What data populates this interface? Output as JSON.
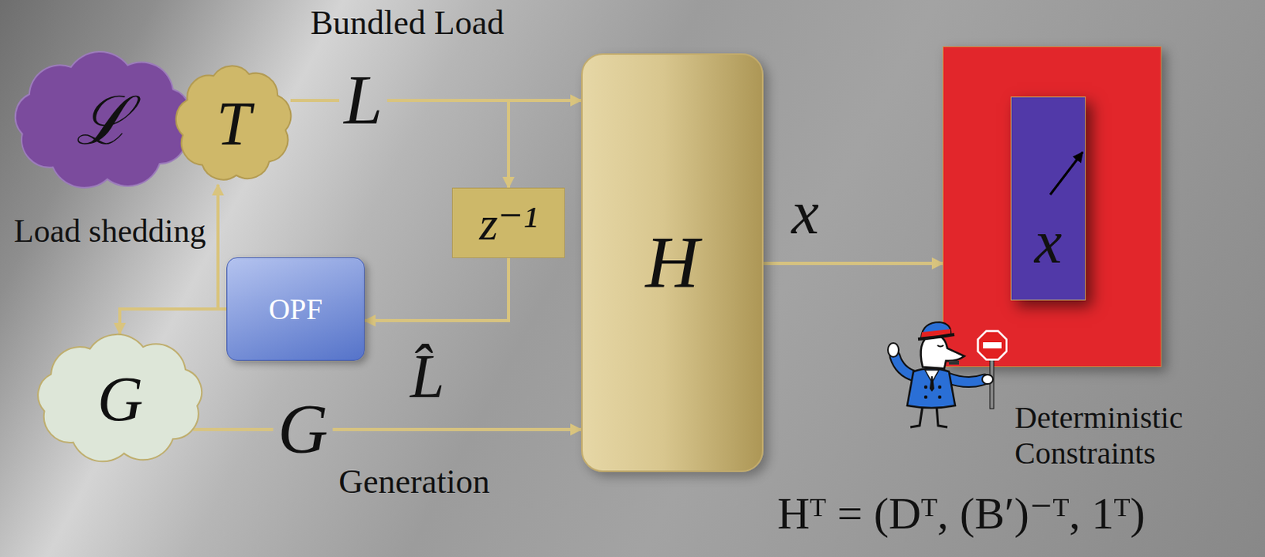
{
  "diagram": {
    "nodes": [
      {
        "text": [
          "ℒ"
        ]
      },
      {
        "text": [
          "T"
        ]
      },
      {
        "text": [
          "z⁻¹"
        ]
      },
      {
        "text": [
          "H"
        ]
      },
      {
        "text": [
          "OPF"
        ]
      },
      {
        "text": [
          "G"
        ]
      },
      {
        "text": [
          "Deterministic Constraints"
        ]
      },
      {
        "text": [
          "x"
        ],
        "in": 6
      }
    ],
    "edges": [
      {
        "from": 1,
        "to": 3,
        "arrow": "to",
        "label": "L"
      },
      {
        "from": 1,
        "to": 2,
        "arrow": "to"
      },
      {
        "from": 2,
        "to": 4,
        "arrow": "to",
        "label": "L̂"
      },
      {
        "from": 4,
        "to": 1,
        "arrow": "to"
      },
      {
        "from": 4,
        "to": 5,
        "arrow": "to"
      },
      {
        "from": 5,
        "to": 3,
        "arrow": "to",
        "label": "G"
      },
      {
        "from": 3,
        "to": 6,
        "arrow": "to",
        "label": "x"
      }
    ],
    "labels": [
      "Bundled Load",
      "Load shedding",
      "Generation",
      "Hᵀ = (Dᵀ, (B′)⁻ᵀ, 1ᵀ)"
    ]
  }
}
